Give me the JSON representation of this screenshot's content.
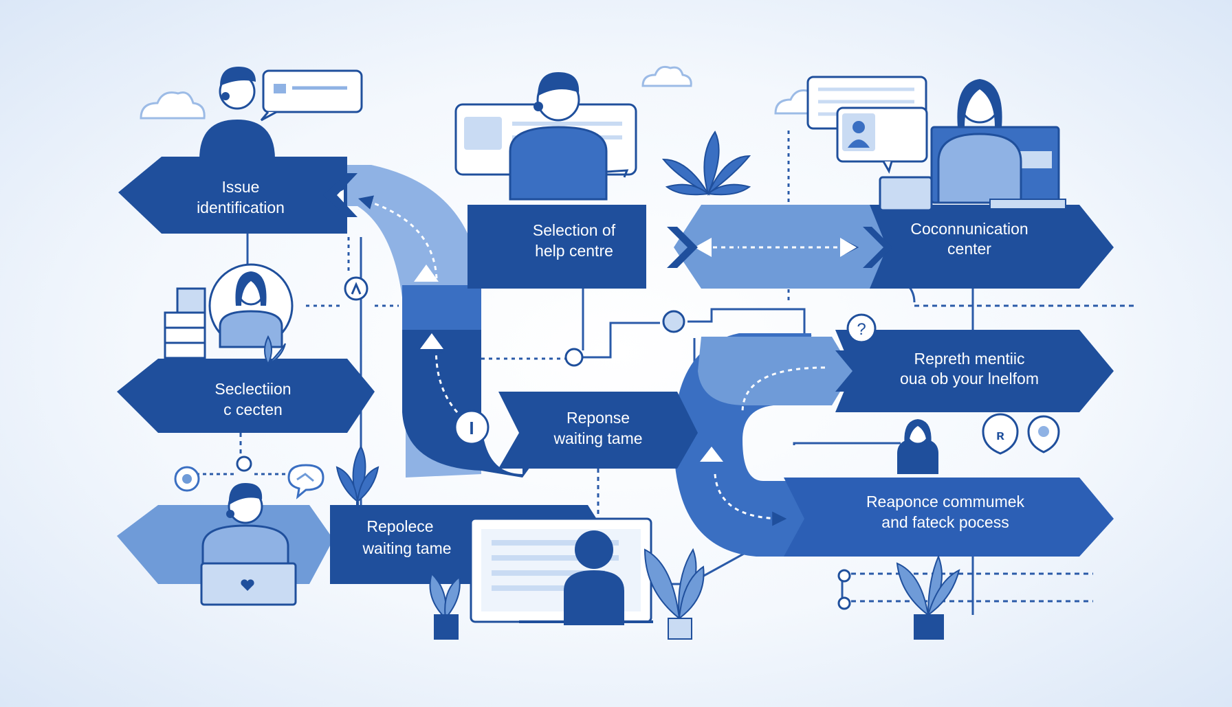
{
  "colors": {
    "dark": "#1f4f9c",
    "mid": "#3a6fc2",
    "light": "#6f9bd8",
    "pale": "#c9dbf3",
    "skin": "#ffffff",
    "line": "#2a5aa8"
  },
  "steps": {
    "issue": {
      "line1": "Issue",
      "line2": "identification"
    },
    "selection_help": {
      "line1": "Selection of",
      "line2": "help centre"
    },
    "communication": {
      "line1": "Coconnunication",
      "line2": "center"
    },
    "selection_center": {
      "line1": "Seclectiion",
      "line2": "c cecten"
    },
    "reponse": {
      "line1": "Reponse",
      "line2": "waiting tame"
    },
    "repreth": {
      "line1": "Repreth mentiic",
      "line2": "oua ob your lnelfom"
    },
    "repolece": {
      "line1": "Repolece",
      "line2": "waiting tame"
    },
    "responce": {
      "line1": "Reaponce commumek",
      "line2": "and fateck pocess"
    }
  },
  "markers": {
    "info": "I",
    "question": "?"
  }
}
